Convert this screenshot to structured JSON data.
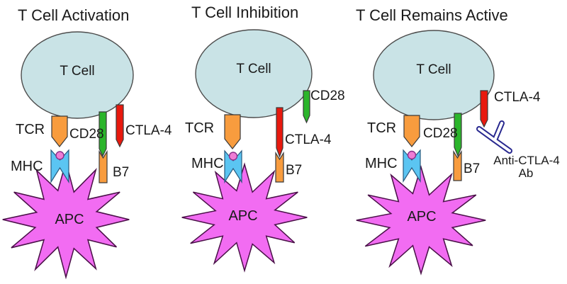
{
  "colors": {
    "background": "#FFFFFF",
    "t_cell_fill": "#C9E3E6",
    "tcr_orange": "#F89C3E",
    "cd28_green": "#2BB52B",
    "ctla4_red": "#E8190E",
    "mhc_blue": "#5BC5F2",
    "b7_orange": "#F89C3E",
    "apc_magenta": "#F26CF2",
    "peptide_pink": "#F07CD4",
    "antibody_navy": "#28288F"
  },
  "panels": [
    {
      "title": "T Cell Activation",
      "cell_label": "T Cell",
      "tcr_label": "TCR",
      "cd28_label": "CD28",
      "ctla4_label": "CTLA-4",
      "mhc_label": "MHC",
      "b7_label": "B7",
      "apc_label": "APC"
    },
    {
      "title": "T Cell Inhibition",
      "cell_label": "T Cell",
      "tcr_label": "TCR",
      "cd28_label": "CD28",
      "ctla4_label": "CTLA-4",
      "mhc_label": "MHC",
      "b7_label": "B7",
      "apc_label": "APC"
    },
    {
      "title": "T Cell Remains Active",
      "cell_label": "T Cell",
      "tcr_label": "TCR",
      "cd28_label": "CD28",
      "ctla4_label": "CTLA-4",
      "mhc_label": "MHC",
      "b7_label": "B7",
      "apc_label": "APC",
      "antibody_label_line1": "Anti-CTLA-4",
      "antibody_label_line2": "Ab"
    }
  ]
}
